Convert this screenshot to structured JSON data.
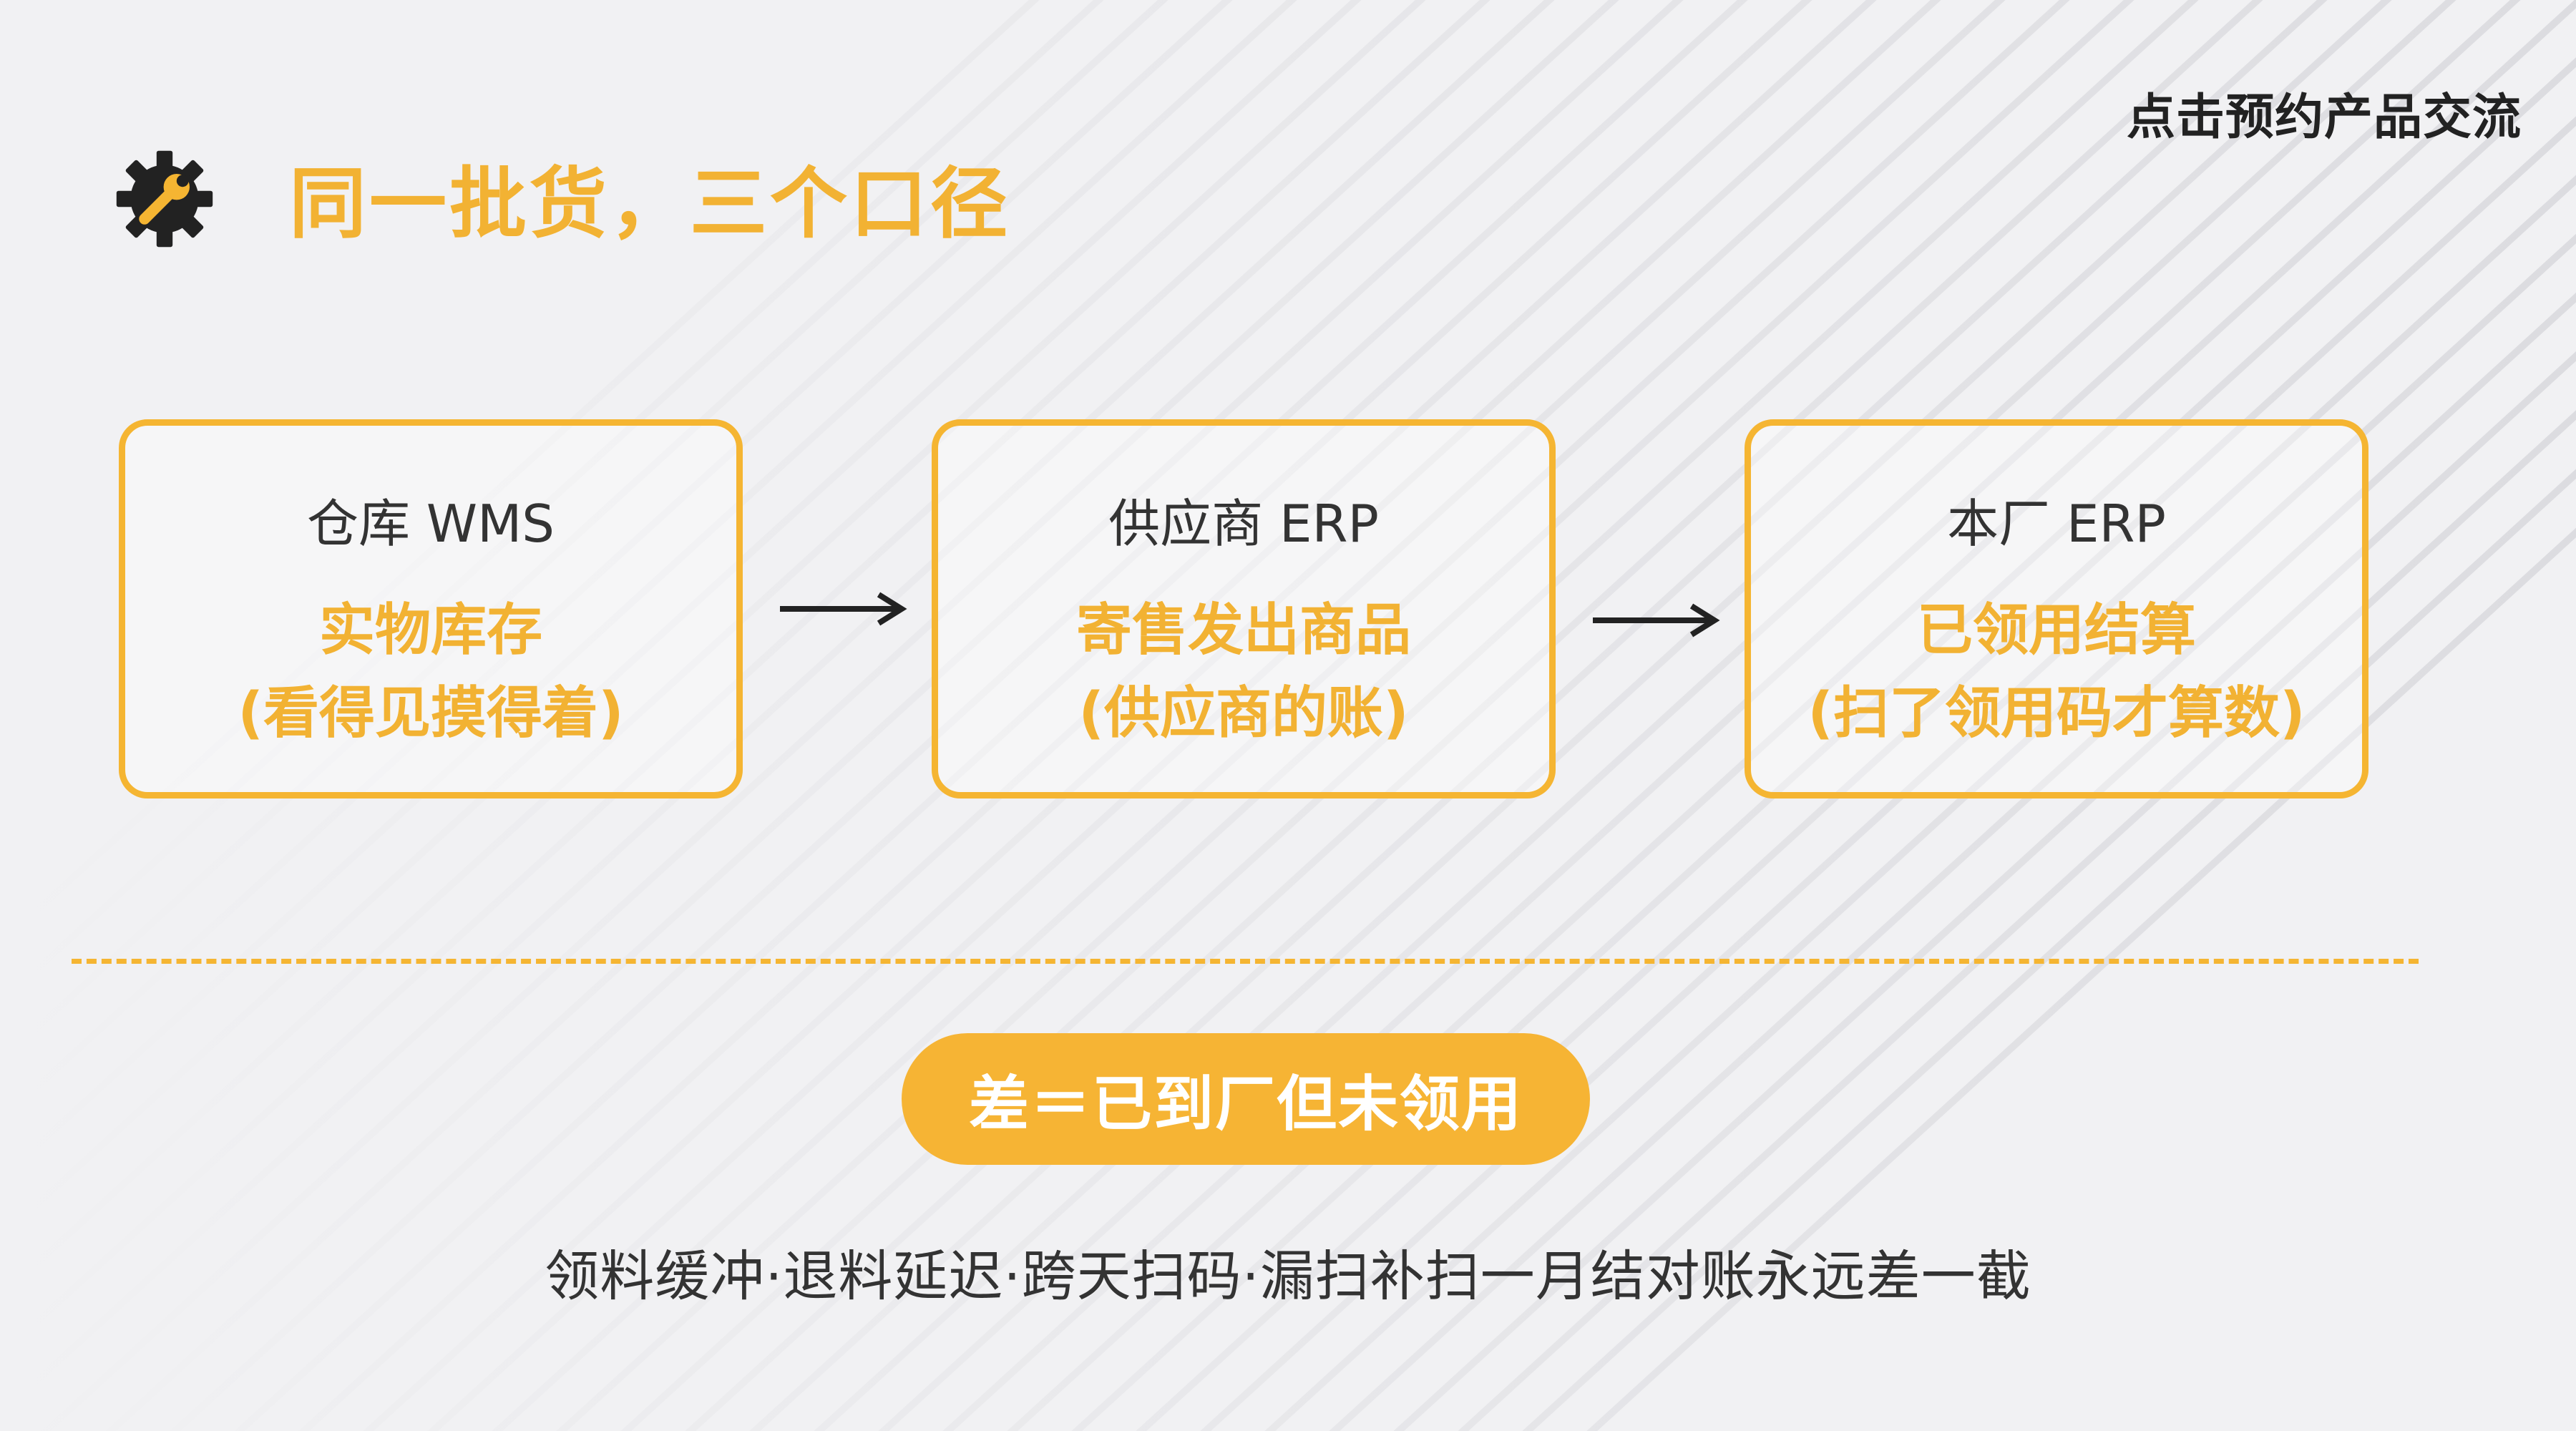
{
  "header": {
    "book_link": "点击预约产品交流",
    "title": "同一批货，三个口径",
    "title_icon": "gear-wrench-icon"
  },
  "flow": {
    "cards": [
      {
        "heading": "仓库 WMS",
        "line1": "实物库存",
        "line2": "(看得见摸得着)"
      },
      {
        "heading": "供应商 ERP",
        "line1": "寄售发出商品",
        "line2": "(供应商的账)"
      },
      {
        "heading": "本厂 ERP",
        "line1": "已领用结算",
        "line2": "(扫了领用码才算数)"
      }
    ],
    "arrow_icon": "arrow-right-icon"
  },
  "summary": {
    "pill": "差＝已到厂但未领用",
    "note": "领料缓冲·退料延迟·跨天扫码·漏扫补扫一月结对账永远差一截"
  },
  "colors": {
    "accent": "#f5b532",
    "text_dark": "#333333",
    "background": "#f1f1f3"
  }
}
